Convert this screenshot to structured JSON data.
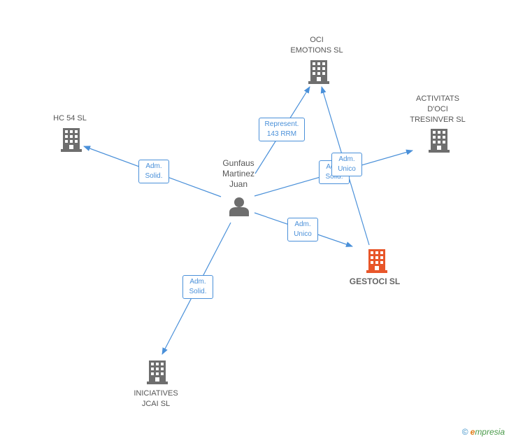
{
  "colors": {
    "edge": "#4a90d9",
    "building": "#6e6e6e",
    "building_main": "#e8562a",
    "person": "#6e6e6e"
  },
  "nodes": {
    "person": {
      "icon": "person-icon",
      "lines": [
        "Gunfaus",
        "Martinez",
        "Juan"
      ]
    },
    "oci": {
      "icon": "building-icon",
      "lines": [
        "OCI",
        "EMOTIONS SL"
      ]
    },
    "hc54": {
      "icon": "building-icon",
      "lines": [
        "HC 54 SL"
      ]
    },
    "activitats": {
      "icon": "building-icon",
      "lines": [
        "ACTIVITATS",
        "D'OCI",
        "TRESINVER SL"
      ]
    },
    "gestoci": {
      "icon": "building-icon",
      "lines": [
        "GESTOCI SL"
      ]
    },
    "iniciatives": {
      "icon": "building-icon",
      "lines": [
        "INICIATIVES",
        "JCAI SL"
      ]
    }
  },
  "edges": [
    {
      "id": "person-oci",
      "lines": [
        "Represent.",
        "143 RRM"
      ]
    },
    {
      "id": "person-hc54",
      "lines": [
        "Adm.",
        "Solid."
      ]
    },
    {
      "id": "person-activitats",
      "lines": [
        "Adm.",
        "Solid."
      ]
    },
    {
      "id": "gestoci-oci",
      "lines": [
        "Adm.",
        "Unico"
      ]
    },
    {
      "id": "person-gestoci",
      "lines": [
        "Adm.",
        "Unico"
      ]
    },
    {
      "id": "person-iniciatives",
      "lines": [
        "Adm.",
        "Solid."
      ]
    }
  ],
  "footer": {
    "copyright": "©",
    "brand_initial": "e",
    "brand_rest": "mpresia"
  }
}
